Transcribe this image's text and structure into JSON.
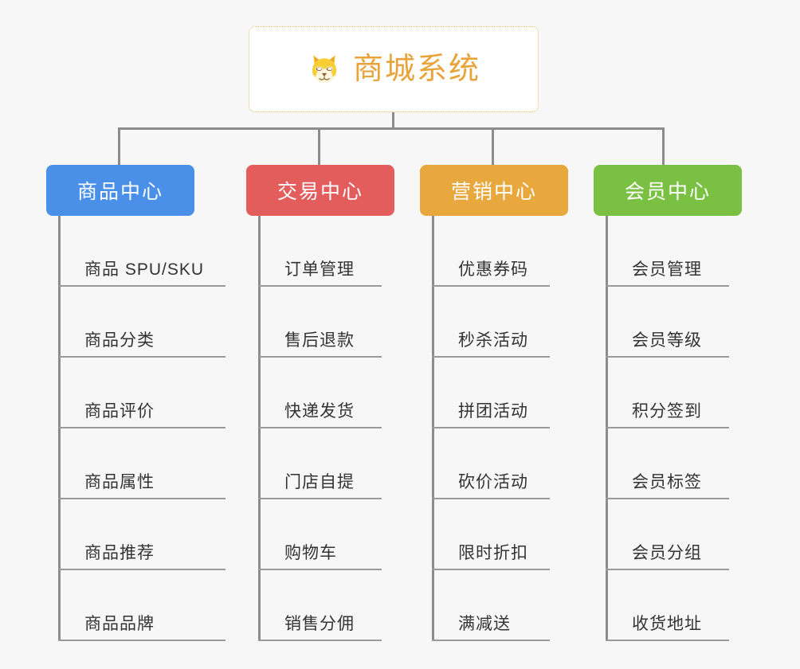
{
  "diagram": {
    "type": "org-chart",
    "title": "商城系统",
    "root": {
      "label": "商城系统",
      "icon": "shiba-dog-face-icon",
      "text_color": "#e8a33a",
      "border_color": "#e8b765",
      "background": "#ffffff"
    },
    "background_color": "#f7f7f7",
    "connector_color": "#8c8c8c",
    "leaf_text_color": "#333333",
    "leaf_rule_color": "#9a9a9a",
    "branches": [
      {
        "label": "商品中心",
        "color": "#4a90e8",
        "items": [
          "商品 SPU/SKU",
          "商品分类",
          "商品评价",
          "商品属性",
          "商品推荐",
          "商品品牌"
        ]
      },
      {
        "label": "交易中心",
        "color": "#e35d5d",
        "items": [
          "订单管理",
          "售后退款",
          "快递发货",
          "门店自提",
          "购物车",
          "销售分佣"
        ]
      },
      {
        "label": "营销中心",
        "color": "#e8a83d",
        "items": [
          "优惠券码",
          "秒杀活动",
          "拼团活动",
          "砍价活动",
          "限时折扣",
          "满减送"
        ]
      },
      {
        "label": "会员中心",
        "color": "#7ac143",
        "items": [
          "会员管理",
          "会员等级",
          "积分签到",
          "会员标签",
          "会员分组",
          "收货地址"
        ]
      }
    ]
  }
}
